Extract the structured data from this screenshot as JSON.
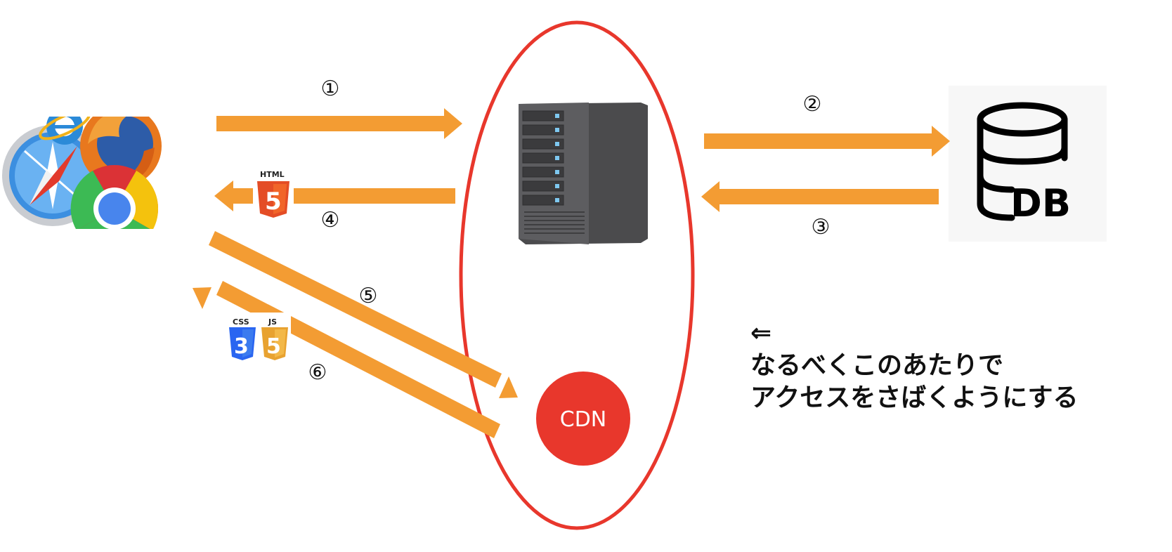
{
  "steps": [
    "①",
    "②",
    "③",
    "④",
    "⑤",
    "⑥"
  ],
  "cdn": {
    "label": "CDN"
  },
  "database": {
    "label": "DB"
  },
  "badges": {
    "html": "HTML",
    "html_digit": "5",
    "css": "CSS",
    "css_digit": "3",
    "js": "JS",
    "js_digit": "5"
  },
  "note": {
    "arrow": "⇐",
    "line1": "なるべくこのあたりで",
    "line2": "アクセスをさばくようにする"
  },
  "colors": {
    "arrow": "#F39C33",
    "highlight": "#E8372C",
    "cdn": "#E8372C",
    "server": "#4F4F51",
    "html_badge": "#E44D26",
    "css_badge": "#2965F1",
    "js_badge": "#F0A732"
  }
}
